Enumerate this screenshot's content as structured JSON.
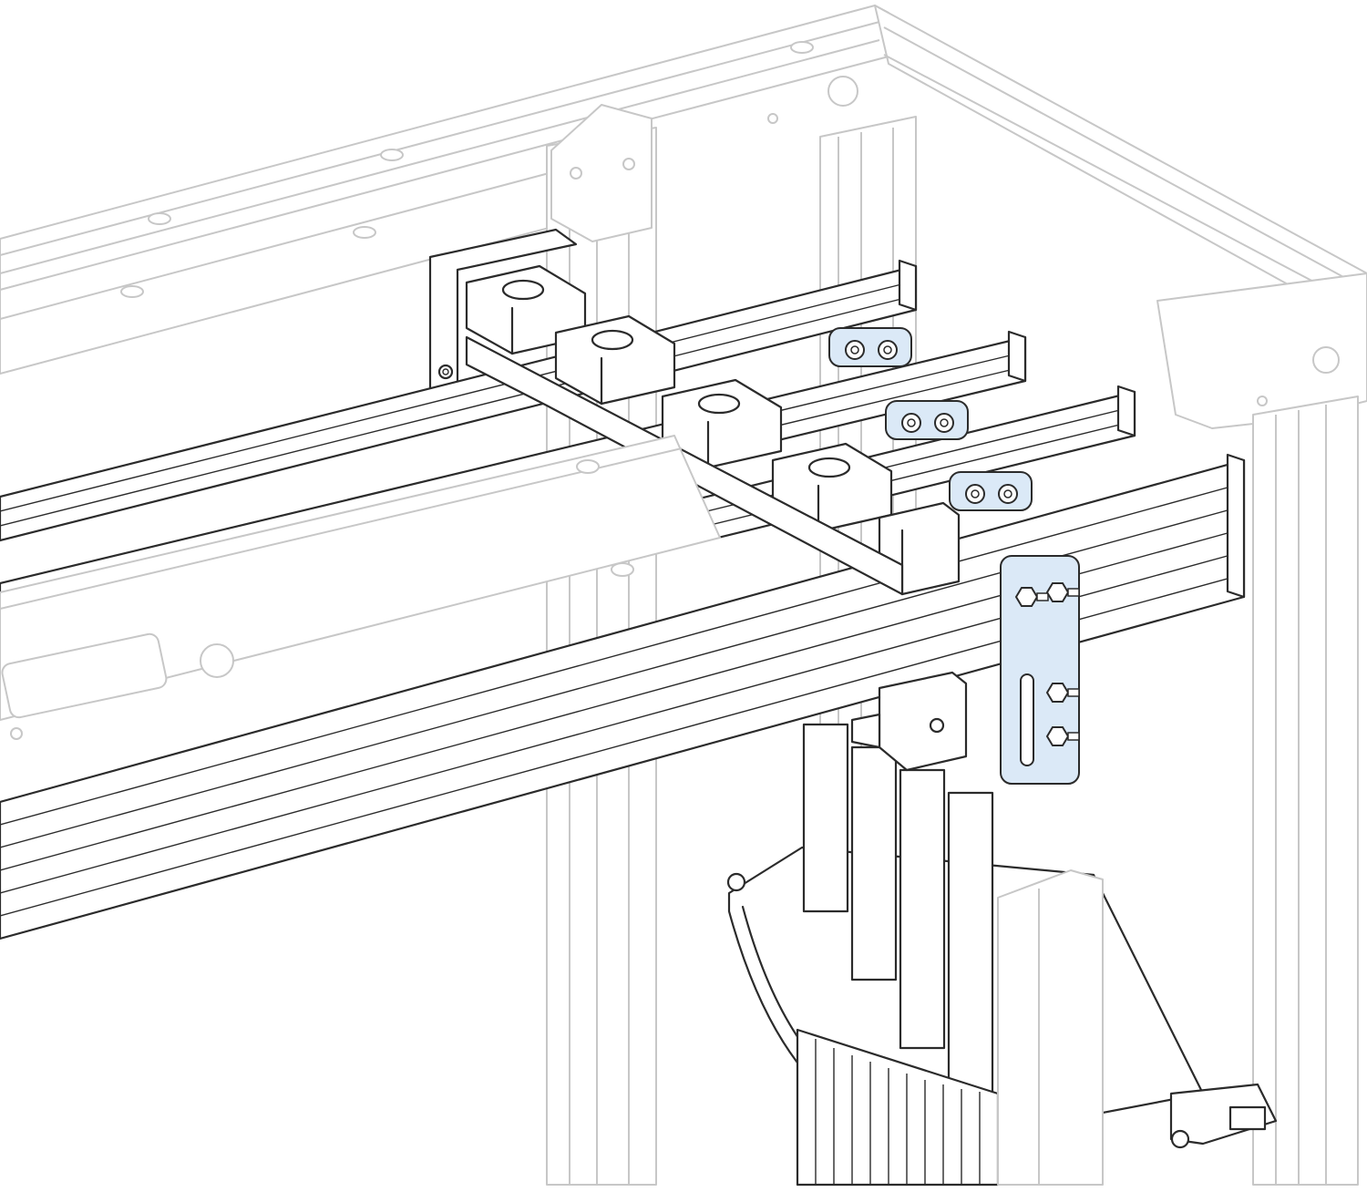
{
  "diagram": {
    "colors": {
      "background": "#ffffff",
      "enclosure_frame": "#c7c7c7",
      "busbar_outline": "#2b2b2b",
      "connection_plate": "#dbe9f7"
    },
    "busbars": [
      {
        "id": "busbar-1"
      },
      {
        "id": "busbar-2"
      },
      {
        "id": "busbar-3"
      },
      {
        "id": "busbar-4"
      }
    ],
    "connection_plates": [
      {
        "id": "plate-1",
        "bolts": 2
      },
      {
        "id": "plate-2",
        "bolts": 2
      },
      {
        "id": "plate-3",
        "bolts": 2
      },
      {
        "id": "vertical-plate",
        "bolts": 4
      }
    ],
    "busbar_supports": 4
  }
}
